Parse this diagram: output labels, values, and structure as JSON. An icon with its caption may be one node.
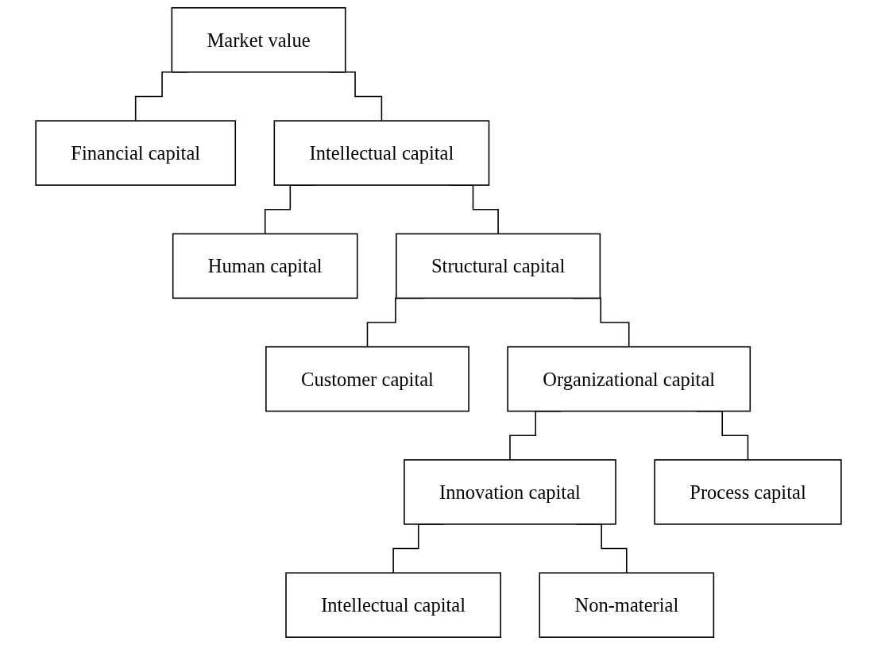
{
  "diagram": {
    "nodes": [
      {
        "text": [
          "Market value"
        ]
      },
      {
        "text": [
          "Financial capital"
        ]
      },
      {
        "text": [
          "Intellectual capital"
        ]
      },
      {
        "text": [
          "Human capital"
        ]
      },
      {
        "text": [
          "Structural capital"
        ]
      },
      {
        "text": [
          "Customer capital"
        ]
      },
      {
        "text": [
          "Organizational capital"
        ]
      },
      {
        "text": [
          "Innovation capital"
        ]
      },
      {
        "text": [
          "Process capital"
        ]
      },
      {
        "text": [
          "Intellectual capital"
        ]
      },
      {
        "text": [
          "Non-material"
        ]
      }
    ],
    "edges": [
      {
        "from": 0,
        "to": 1,
        "arrow": "none"
      },
      {
        "from": 0,
        "to": 2,
        "arrow": "none"
      },
      {
        "from": 2,
        "to": 3,
        "arrow": "none"
      },
      {
        "from": 2,
        "to": 4,
        "arrow": "none"
      },
      {
        "from": 4,
        "to": 5,
        "arrow": "none"
      },
      {
        "from": 4,
        "to": 6,
        "arrow": "none"
      },
      {
        "from": 6,
        "to": 7,
        "arrow": "none"
      },
      {
        "from": 6,
        "to": 8,
        "arrow": "none"
      },
      {
        "from": 7,
        "to": 9,
        "arrow": "none"
      },
      {
        "from": 7,
        "to": 10,
        "arrow": "none"
      }
    ]
  }
}
